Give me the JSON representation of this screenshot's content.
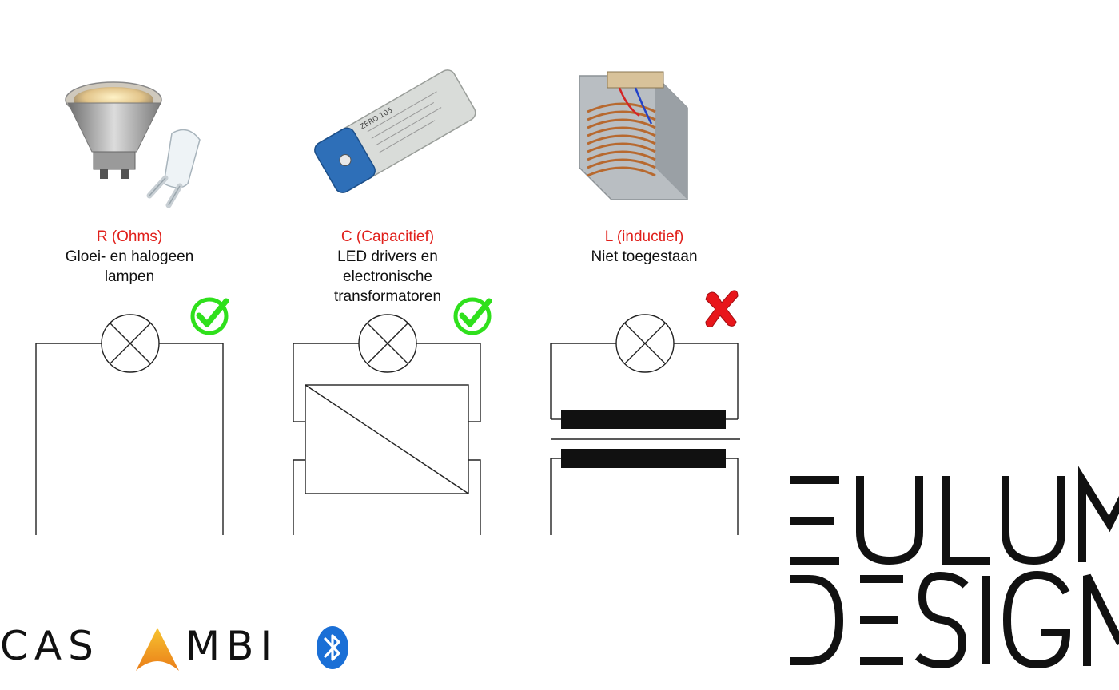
{
  "columns": [
    {
      "type_label": "R (Ohms)",
      "desc_lines": [
        "Gloei- en halogeen",
        "lampen"
      ],
      "status": "allowed",
      "image": "halogen-bulbs-photo"
    },
    {
      "type_label": "C (Capacitief)",
      "desc_lines": [
        "LED drivers en",
        "electronische",
        "transformatoren"
      ],
      "status": "allowed",
      "image": "led-driver-photo",
      "device_text": "ZERO 105"
    },
    {
      "type_label": "L (inductief)",
      "desc_lines": [
        "Niet toegestaan"
      ],
      "status": "not-allowed",
      "image": "transformer-photo"
    }
  ],
  "colors": {
    "type_label": "#e0201b",
    "check": "#2fe01c",
    "cross": "#e8161b",
    "casambi_accent": "#f39a1e",
    "bluetooth": "#1a6fd6"
  },
  "logos": {
    "casambi": {
      "text_left": "CAS",
      "text_right": "MBI",
      "accent_letter": "A"
    },
    "eulum": {
      "line1": "EULUM",
      "line2": "DESIGN"
    }
  }
}
